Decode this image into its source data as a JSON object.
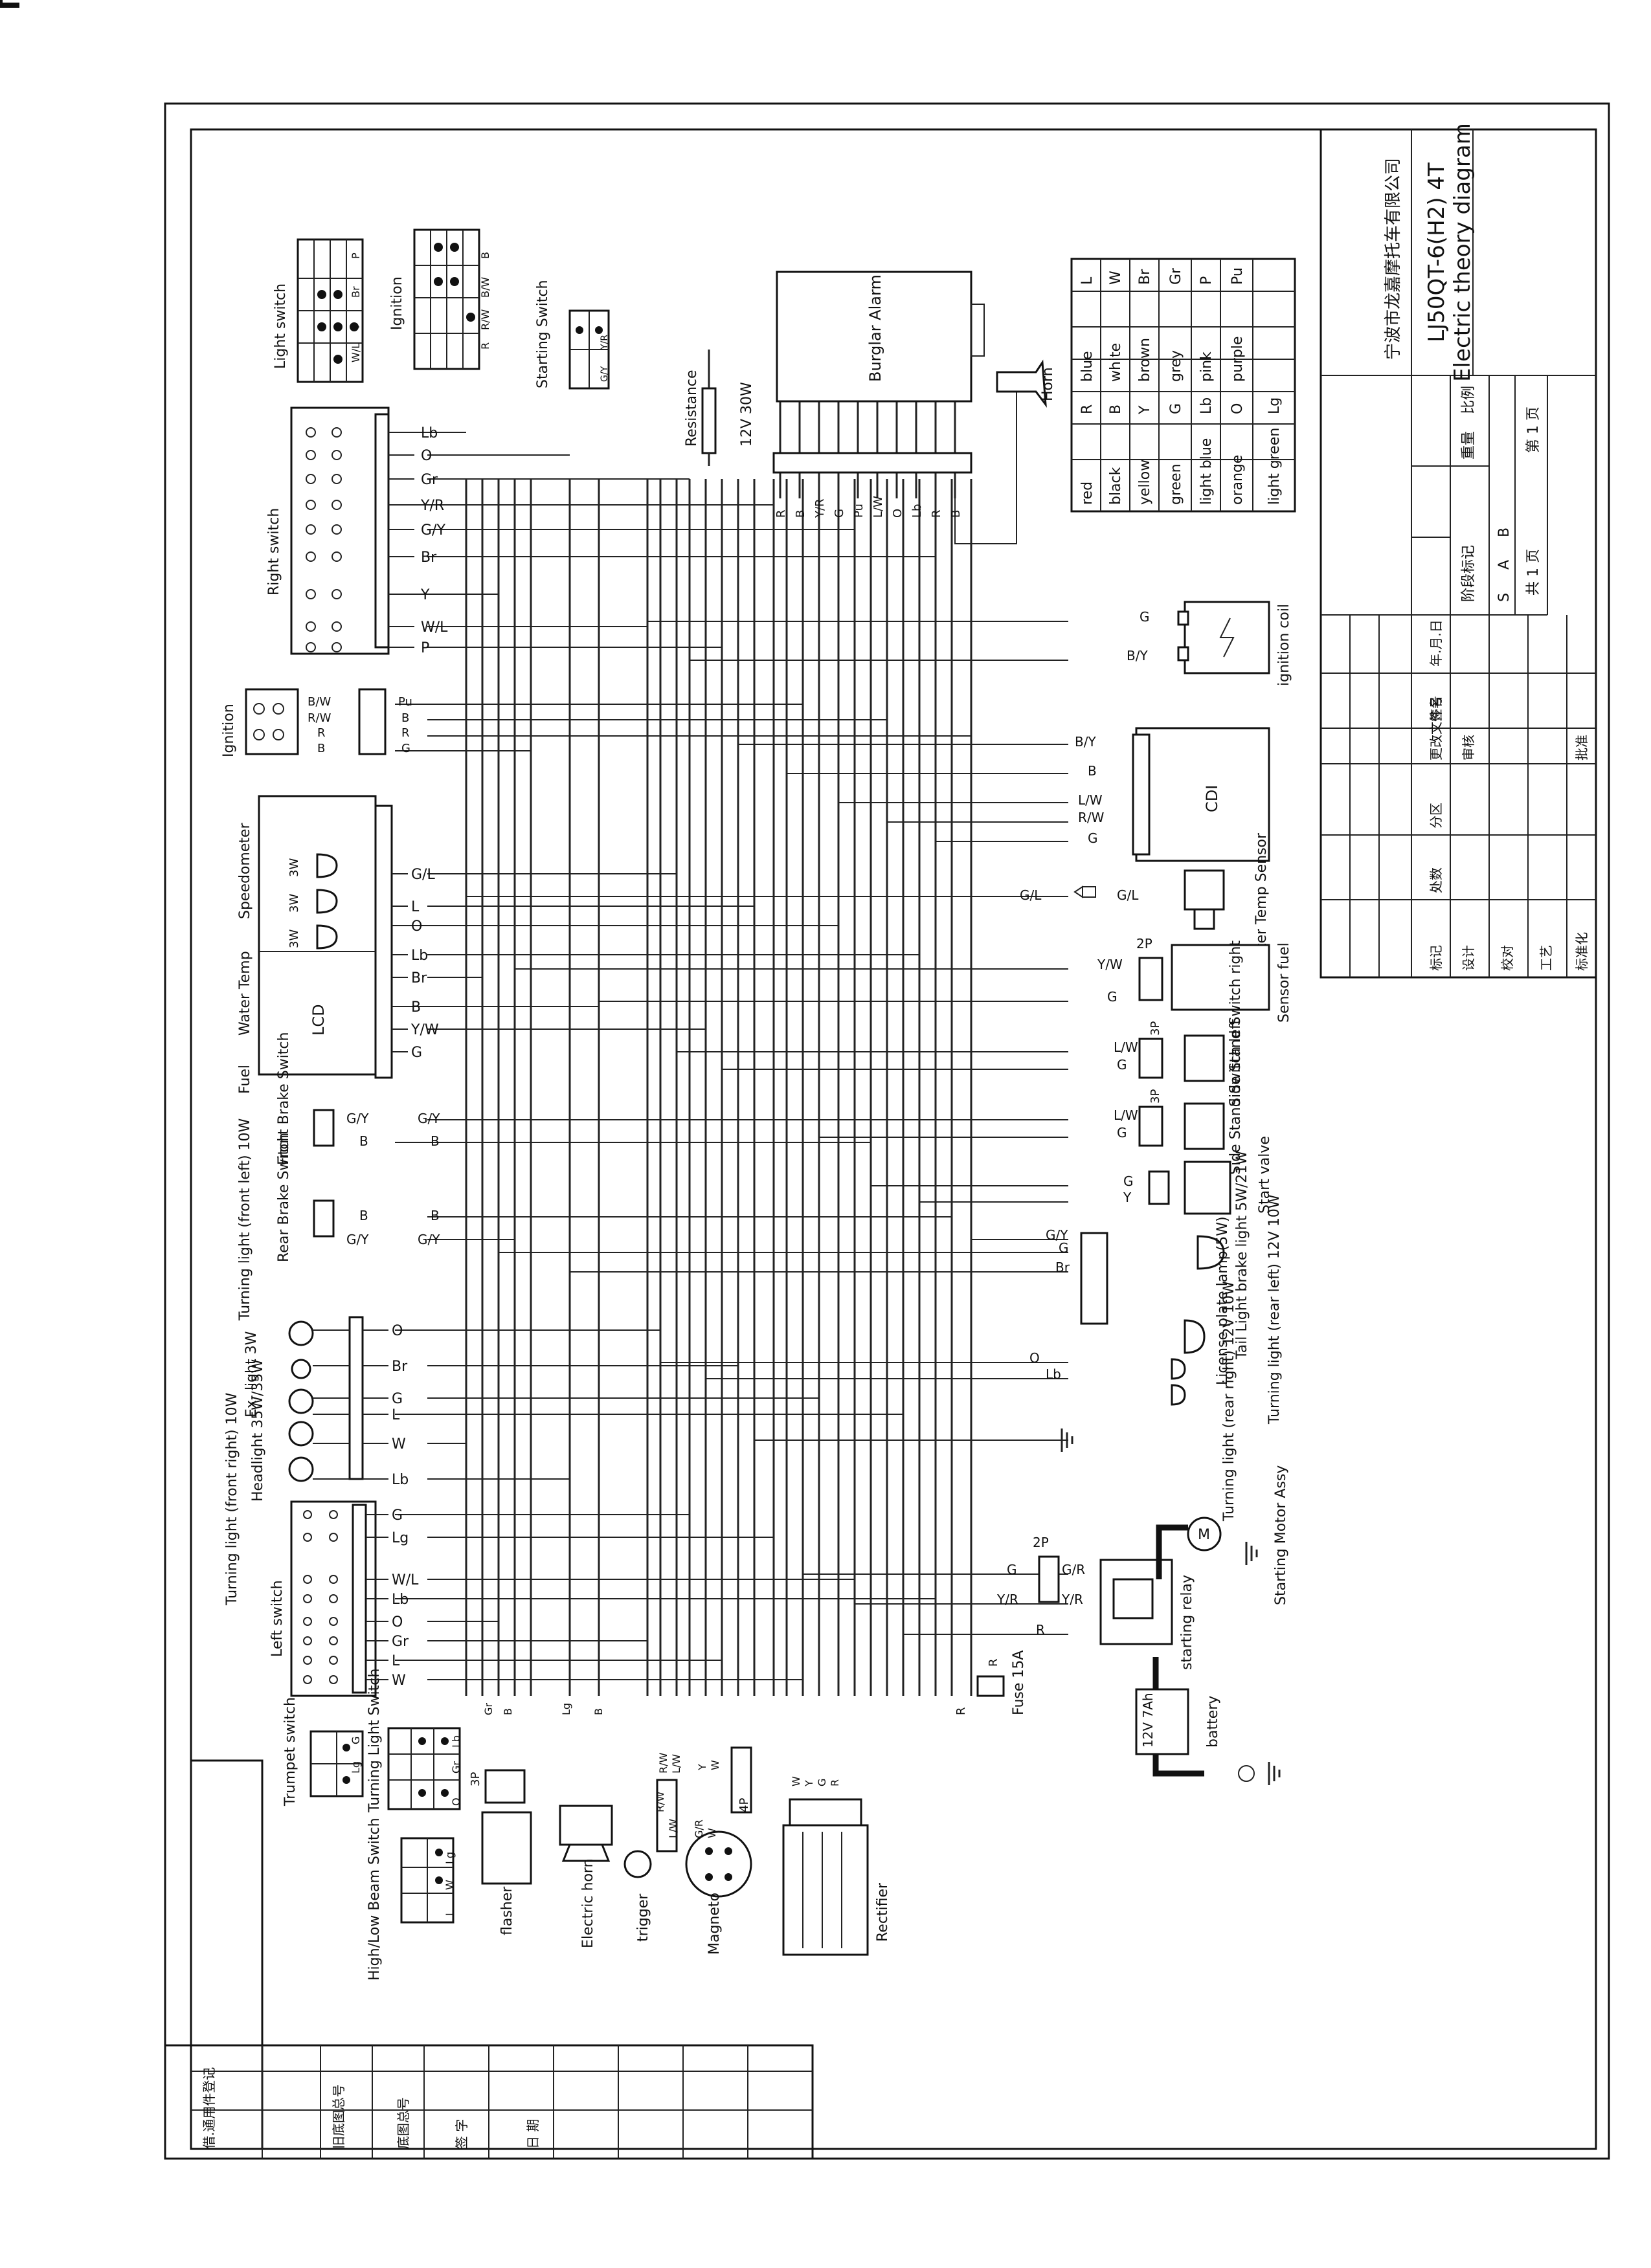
{
  "title_block": {
    "company": "宁波市龙嘉摩托车有限公司",
    "model": "LJ50QT-6(H2) 4T",
    "drawing_name": "Electric theory diagram",
    "stage_label": "阶段标记",
    "weight_label": "重量",
    "scale_label": "比例",
    "stages": [
      "S",
      "A",
      "B"
    ],
    "sheets_total": "共 1 页",
    "sheet_no": "第 1 页",
    "rev_cols": [
      "标记",
      "处数",
      "分区",
      "更改文件号",
      "签名",
      "年.月.日"
    ],
    "sign_rows": [
      "设计",
      "校对",
      "审核",
      "工艺",
      "标准化",
      "批准"
    ]
  },
  "left_block": {
    "rows": [
      "借.通用件登记",
      "旧底图总号",
      "底图总号",
      "签 字",
      "日 期"
    ]
  },
  "color_legend": {
    "rows": [
      [
        "red",
        "R",
        "blue",
        "L"
      ],
      [
        "black",
        "B",
        "white",
        "W"
      ],
      [
        "yellow",
        "Y",
        "brown",
        "Br"
      ],
      [
        "green",
        "G",
        "grey",
        "Gr"
      ],
      [
        "light blue",
        "Lb",
        "pink",
        "P"
      ],
      [
        "orange",
        "O",
        "purple",
        "Pu"
      ],
      [
        "light green",
        "Lg",
        "",
        ""
      ]
    ]
  },
  "components": {
    "light_switch": "Light switch",
    "ignition_top": "Ignition",
    "starting_switch": "Starting Switch",
    "burglar_alarm": "Burglar Alarm",
    "resistance": "Resistance",
    "resistance_rating": "12V 30W",
    "horn_top": "Horn",
    "right_switch": "Right switch",
    "ignition_left": "Ignition",
    "ignition_coil": "ignition coil",
    "cdi": "CDI",
    "speedometer": "Speedometer",
    "water_temp": "Water Temp",
    "fuel": "Fuel",
    "lcd": "LCD",
    "water_temp_sensor": "Water Temp Sensor",
    "sensor_fuel": "Sensor fuel",
    "side_stand_right": "Side Stand Switch right",
    "side_stand_left": "Side Stand Switch left",
    "start_valve": "Start valve",
    "front_brake": "Front Brake Switch",
    "rear_brake": "Rear Brake Switch",
    "tail_light": "Tail Light brake light 5W/21W",
    "license_plate": "License plate lamp(5W)",
    "turn_rear_left": "Turning light (rear left) 12V 10W",
    "turn_rear_right": "Turning light (rear right) 12V 10W",
    "turn_front_left": "Turning light (front left) 10W",
    "ex_light": "Ex- light 3W",
    "headlight": "Headlight 35W/35W",
    "turn_front_right": "Turning light (front right) 10W",
    "starting_motor": "Starting Motor Assy",
    "starting_relay": "starting relay",
    "fuse": "Fuse 15A",
    "battery": "battery",
    "battery_rating": "12V 7Ah",
    "left_switch": "Left switch",
    "trumpet_switch": "Trumpet switch",
    "turning_light_switch": "Turning Light Switch",
    "high_low_beam": "High/Low Beam Switch",
    "flasher": "flasher",
    "electric_horn": "Electric horn",
    "trigger": "trigger",
    "magneto": "Magneto",
    "rectifier": "Rectifier",
    "conn_2p": "2P",
    "conn_3p": "3P",
    "conn_4p": "4P",
    "w3": "3W"
  },
  "wire_labels": {
    "right_switch": [
      "Lb",
      "O",
      "Gr",
      "Y/R",
      "G/Y",
      "Br",
      "Y",
      "W/L",
      "P"
    ],
    "alarm_pins": [
      "R",
      "B",
      "Y/R",
      "G",
      "Pu",
      "L/W",
      "O",
      "Lb",
      "R",
      "B"
    ],
    "ignition_in": [
      "B/W",
      "R/W",
      "R",
      "B"
    ],
    "ignition_out": [
      "Pu",
      "B",
      "R",
      "G"
    ],
    "coil": [
      "G",
      "B/Y"
    ],
    "cdi": [
      "B/Y",
      "B",
      "L/W",
      "R/W",
      "G"
    ],
    "water_sensor": [
      "G/L",
      "G/L"
    ],
    "fuel_sensor": [
      "Y/W",
      "G"
    ],
    "side_right": [
      "L/W",
      "G"
    ],
    "side_left": [
      "L/W",
      "G"
    ],
    "start_valve": [
      "G",
      "Y"
    ],
    "tail": [
      "G/Y",
      "G",
      "Br"
    ],
    "license": [
      "O",
      "Lb"
    ],
    "relay": [
      "G",
      "Y/R",
      "G/R",
      "Y/R",
      "R"
    ],
    "fuse": [
      "R",
      "R"
    ],
    "speedo": [
      "G/L",
      "L",
      "O",
      "Lb",
      "Br",
      "B",
      "Y/W",
      "G"
    ],
    "front_brake": [
      "G/Y",
      "B",
      "G/Y",
      "B"
    ],
    "rear_brake": [
      "B",
      "G/Y",
      "B",
      "G/Y"
    ],
    "lights": [
      "O",
      "Br",
      "G",
      "L",
      "W",
      "Lb"
    ],
    "left_switch": [
      "G",
      "Lg",
      "W/L",
      "Lb",
      "O",
      "Gr",
      "L",
      "W"
    ],
    "flasher": [
      "Gr",
      "B"
    ],
    "horn": [
      "Lg",
      "B"
    ],
    "trigger": [
      "R/W",
      "L/W",
      "G/R",
      "W"
    ],
    "magneto_top": [
      "R/W",
      "L/W",
      "Y",
      "W"
    ],
    "rectifier": [
      "W",
      "Y",
      "G",
      "R"
    ],
    "light_switch_grid": [
      "W/L",
      "Y",
      "Br",
      "P"
    ],
    "ignition_grid": [
      "R",
      "R/W",
      "B/W",
      "B"
    ],
    "starting_grid": [
      "G/Y",
      "Y/R"
    ],
    "turn_switch_grid": [
      "O",
      "Gr",
      "Lb"
    ],
    "beam_grid": [
      "L",
      "W",
      "Lg"
    ],
    "trumpet_grid": [
      "Lg",
      "G"
    ]
  }
}
